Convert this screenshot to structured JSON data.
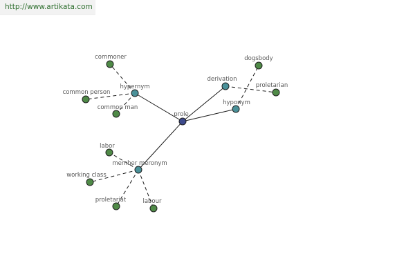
{
  "banner": {
    "url_text": "http://www.artikata.com"
  },
  "graph": {
    "colors": {
      "center": "#3d4a8c",
      "relation": "#4a9199",
      "word": "#4f8a47",
      "edge": "#1a1a1a"
    },
    "nodes": [
      {
        "id": "prole",
        "label": "prole",
        "kind": "center"
      },
      {
        "id": "hypernym",
        "label": "hypernym",
        "kind": "relation"
      },
      {
        "id": "derivation",
        "label": "derivation",
        "kind": "relation"
      },
      {
        "id": "hyponym",
        "label": "hyponym",
        "kind": "relation"
      },
      {
        "id": "member-meronym",
        "label": "member meronym",
        "kind": "relation"
      },
      {
        "id": "commoner",
        "label": "commoner",
        "kind": "word"
      },
      {
        "id": "common-person",
        "label": "common person",
        "kind": "word"
      },
      {
        "id": "common-man",
        "label": "common man",
        "kind": "word"
      },
      {
        "id": "dogsbody",
        "label": "dogsbody",
        "kind": "word"
      },
      {
        "id": "proletarian",
        "label": "proletarian",
        "kind": "word"
      },
      {
        "id": "labor",
        "label": "labor",
        "kind": "word"
      },
      {
        "id": "working-class",
        "label": "working class",
        "kind": "word"
      },
      {
        "id": "proletariat",
        "label": "proletariat",
        "kind": "word"
      },
      {
        "id": "labour",
        "label": "labour",
        "kind": "word"
      }
    ],
    "edges": [
      {
        "from": "prole",
        "to": "hypernym",
        "style": "solid"
      },
      {
        "from": "prole",
        "to": "derivation",
        "style": "solid"
      },
      {
        "from": "prole",
        "to": "hyponym",
        "style": "solid"
      },
      {
        "from": "prole",
        "to": "member-meronym",
        "style": "solid"
      },
      {
        "from": "hypernym",
        "to": "commoner",
        "style": "dashed"
      },
      {
        "from": "hypernym",
        "to": "common-person",
        "style": "dashed"
      },
      {
        "from": "hypernym",
        "to": "common-man",
        "style": "dashed"
      },
      {
        "from": "derivation",
        "to": "proletarian",
        "style": "dashed"
      },
      {
        "from": "hyponym",
        "to": "dogsbody",
        "style": "dashed"
      },
      {
        "from": "member-meronym",
        "to": "labor",
        "style": "dashed"
      },
      {
        "from": "member-meronym",
        "to": "working-class",
        "style": "dashed"
      },
      {
        "from": "member-meronym",
        "to": "proletariat",
        "style": "dashed"
      },
      {
        "from": "member-meronym",
        "to": "labour",
        "style": "dashed"
      }
    ]
  }
}
